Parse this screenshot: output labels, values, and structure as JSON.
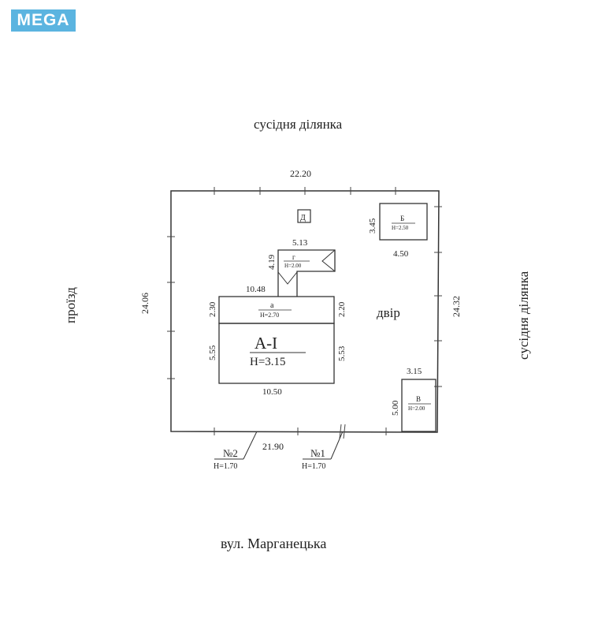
{
  "logo": {
    "text": "MEGA"
  },
  "labels": {
    "top_neighbor": "сусідня ділянка",
    "right_neighbor": "сусідня ділянка",
    "left_passage": "проїзд",
    "street": "вул.  Марганецька",
    "yard": "двір"
  },
  "dimensions": {
    "top": "22.20",
    "bottom": "21.90",
    "left": "24.06",
    "right": "24.32"
  },
  "buildings": {
    "main": {
      "name": "А-І",
      "height": "Н=3.15",
      "left": "5.55",
      "right": "5.53",
      "bottom": "10.50"
    },
    "a": {
      "name": "а",
      "height": "Н=2.70",
      "top": "10.48",
      "left": "2.30",
      "right": "2.20"
    },
    "g": {
      "name": "г",
      "height": "Н=2.00",
      "top": "5.13",
      "left": "4.19"
    },
    "b": {
      "name": "Б",
      "height": "Н=2.50",
      "left": "3.45",
      "bottom": "4.50"
    },
    "v": {
      "name": "В",
      "height": "Н=2.00",
      "top": "3.15",
      "left": "5.00"
    },
    "d": {
      "name": "Д"
    }
  },
  "fences": {
    "n2": {
      "name": "№2",
      "height": "Н=1.70"
    },
    "n1": {
      "name": "№1",
      "height": "Н=1.70"
    }
  }
}
